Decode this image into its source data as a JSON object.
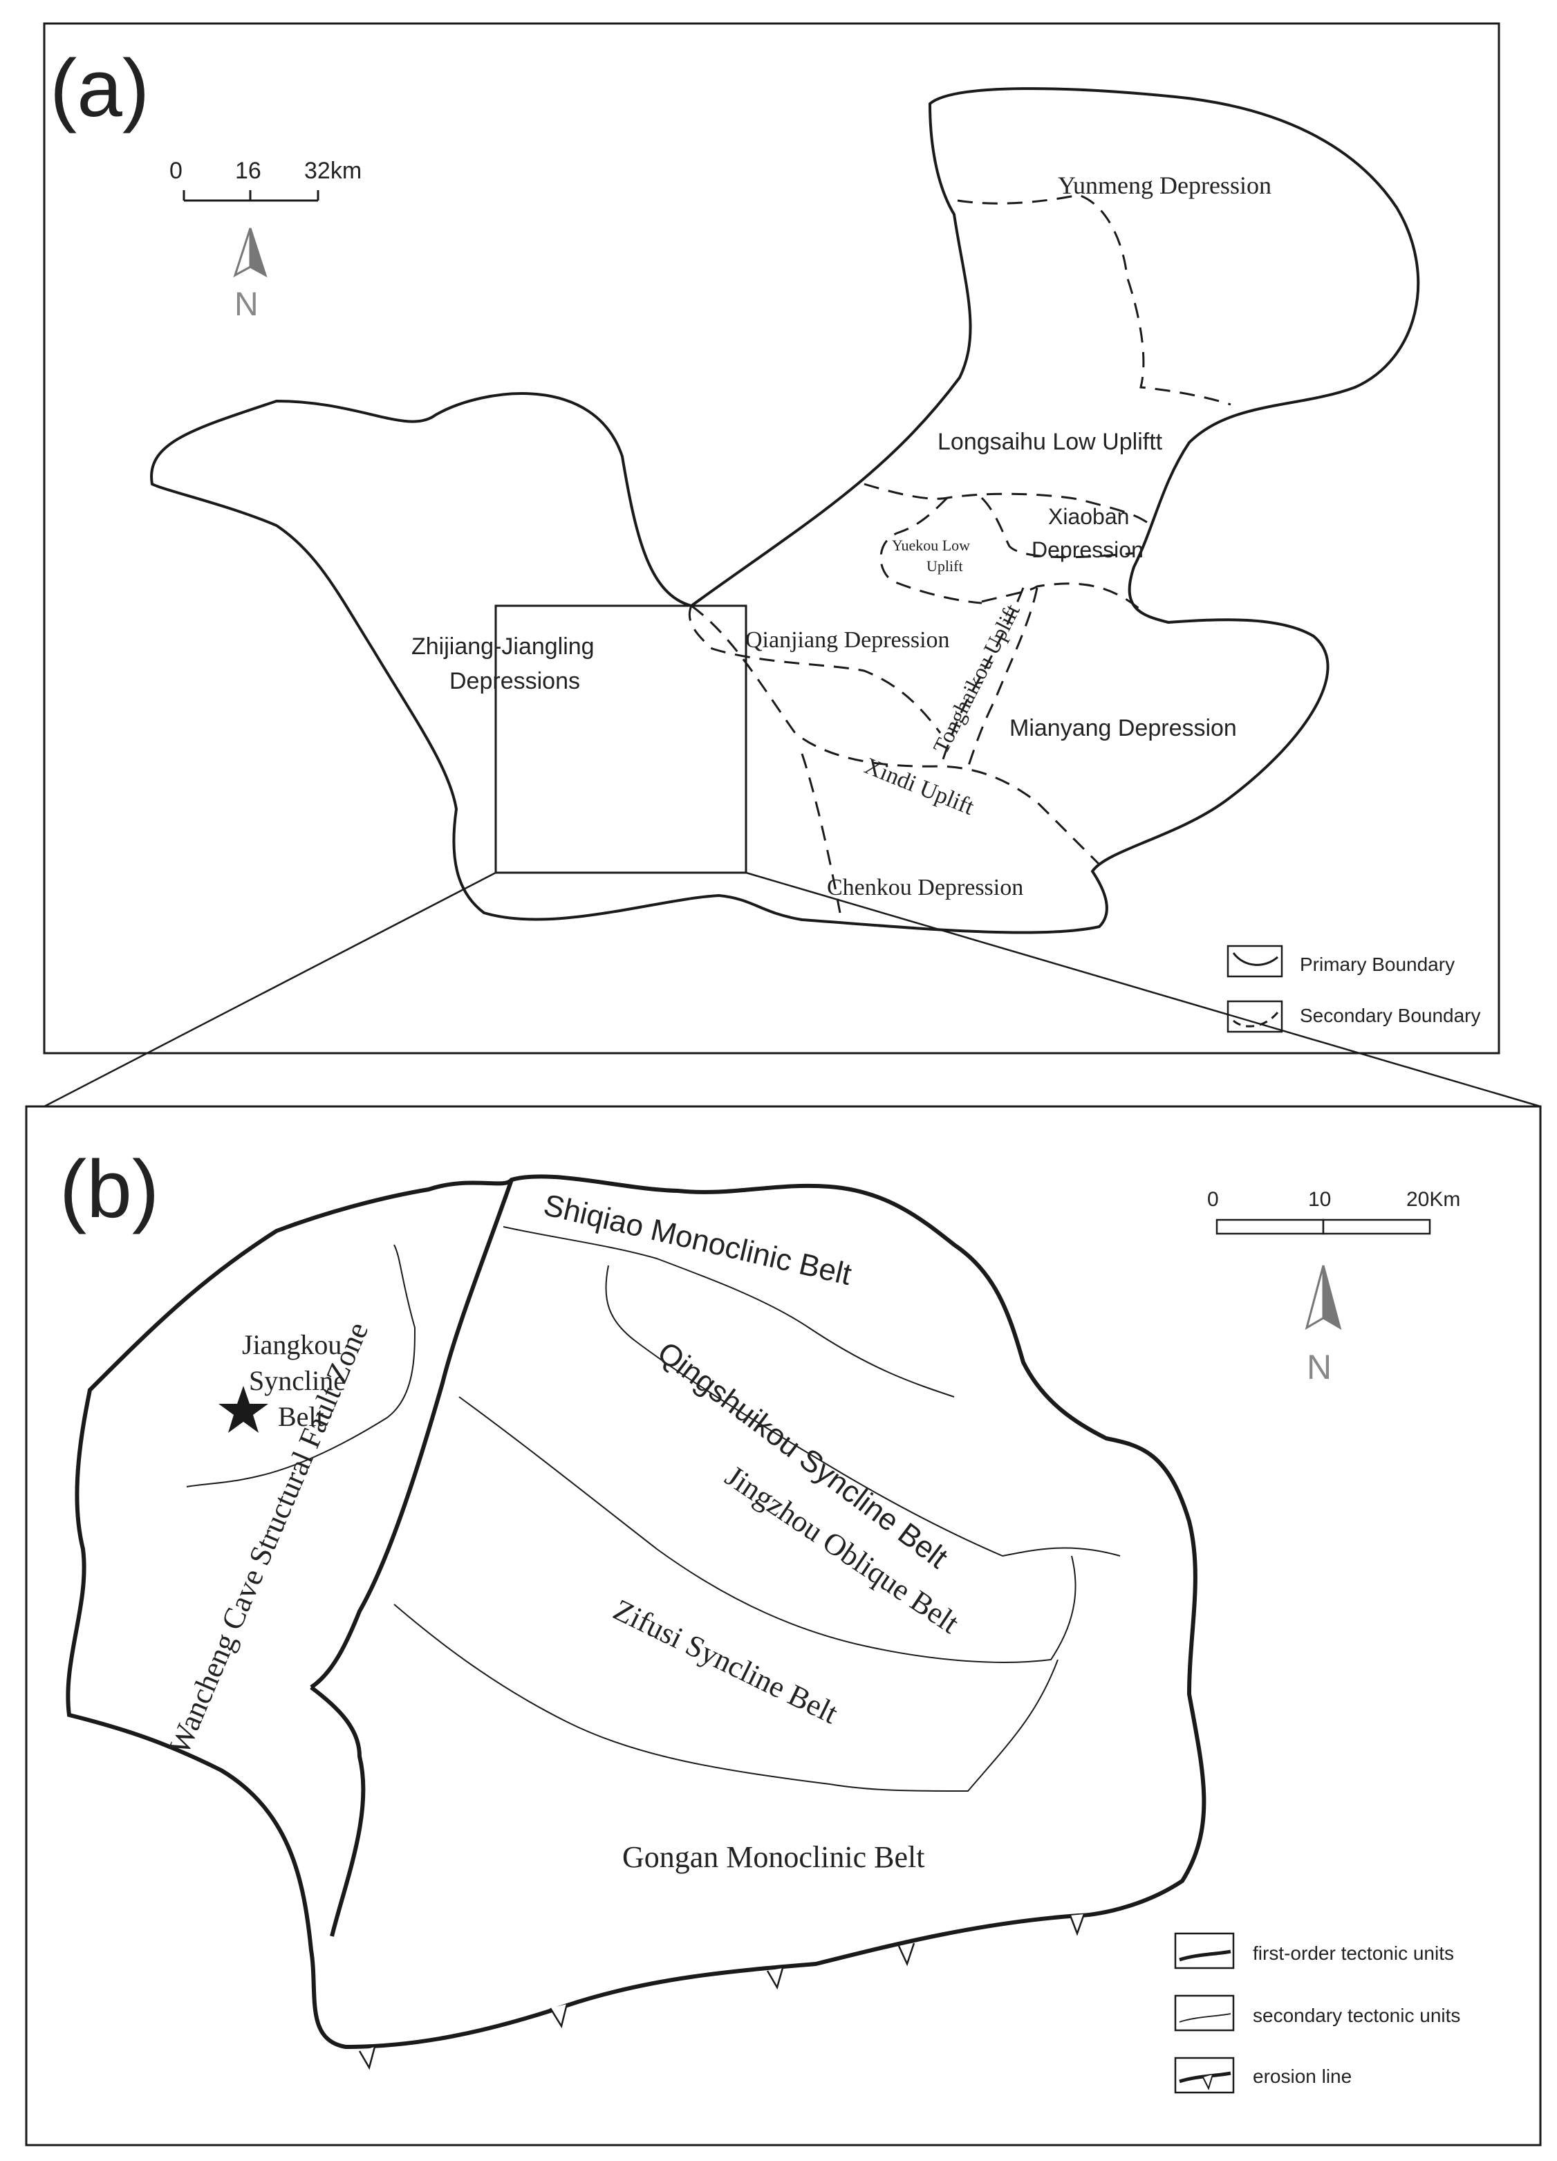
{
  "panel_a": {
    "label": "(a)",
    "scale": {
      "ticks": [
        "0",
        "16",
        "32km"
      ]
    },
    "north_label": "N",
    "regions": {
      "yunmeng": "Yunmeng Depression",
      "longsaihu": "Longsaihu Low Upliftt",
      "xiaoban_1": "Xiaoban",
      "xiaoban_2": "Depression",
      "yuekou_1": "Yuekou Low",
      "yuekou_2": "Uplift",
      "zhijiang_1": "Zhijiang-Jiangling",
      "zhijiang_2": "Depressions",
      "qianjiang": "Qianjiang Depression",
      "tonghaikou": "Tonghaikou Uplift",
      "mianyang": "Mianyang Depression",
      "xindi": "Xindi Uplift",
      "chenkou": "Chenkou Depression"
    },
    "legend": {
      "primary": "Primary Boundary",
      "secondary": "Secondary Boundary"
    }
  },
  "panel_b": {
    "label": "(b)",
    "scale": {
      "ticks": [
        "0",
        "10",
        "20Km"
      ]
    },
    "north_label": "N",
    "regions": {
      "shiqiao": "Shiqiao Monoclinic Belt",
      "jiangkou_1": "Jiangkou",
      "jiangkou_2": "Syncline",
      "jiangkou_3": "Belt",
      "wancheng": "Wancheng Cave Structural Fault Zone",
      "qingshuikou": "Qingshuikou Syncline Belt",
      "jingzhou": "Jingzhou Oblique Belt",
      "zifusi": "Zifusi Syncline Belt",
      "gongan": "Gongan Monoclinic Belt"
    },
    "legend": {
      "first_order": "first-order tectonic units",
      "secondary": "secondary tectonic units",
      "erosion": "erosion line"
    }
  },
  "colors": {
    "line": "#1a1a1a",
    "text": "#222222",
    "background": "#ffffff"
  }
}
